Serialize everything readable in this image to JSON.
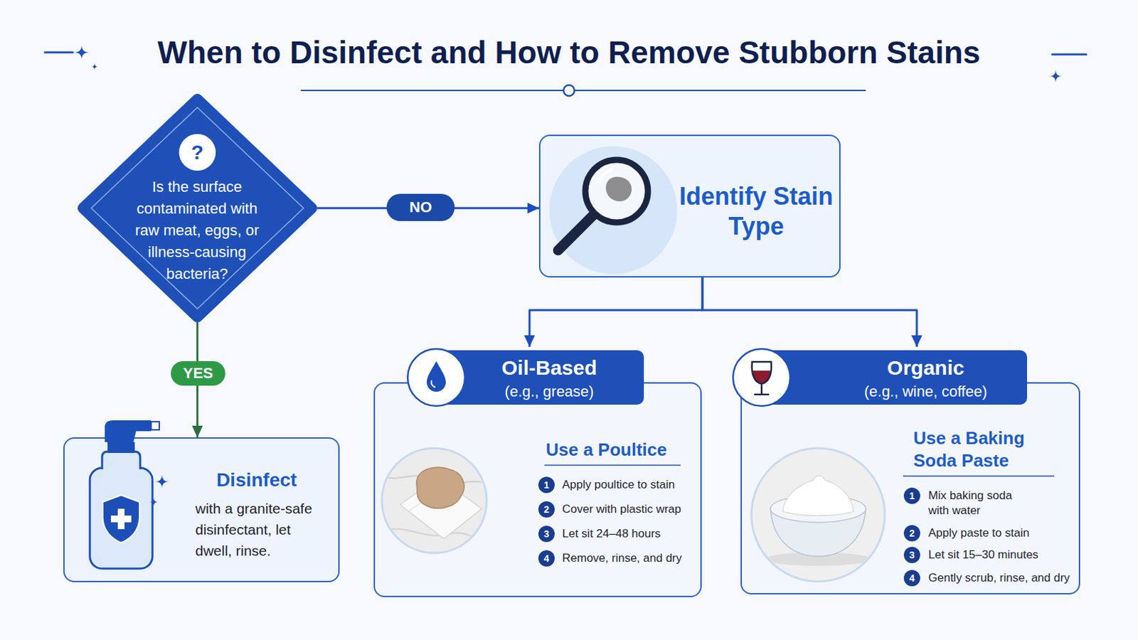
{
  "diagram": {
    "title": "When to Disinfect and How to Remove Stubborn Stains",
    "nodes": [
      {
        "text": [
          "?",
          "Is the surface contaminated with raw meat, eggs, or illness-causing bacteria?"
        ]
      },
      {
        "text": [
          "Identify Stain Type"
        ]
      },
      {
        "text": [
          "Disinfect",
          "with a granite-safe disinfectant, let dwell, rinse."
        ]
      },
      {
        "text": [
          "Oil-Based",
          "(e.g., grease)"
        ]
      },
      {
        "text": [
          "Use a Poultice",
          "Apply poultice to stain",
          "Cover with plastic wrap",
          "Let sit 24–48 hours",
          "Remove, rinse, and dry"
        ]
      },
      {
        "text": [
          "1"
        ],
        "in": 4
      },
      {
        "text": [
          "2"
        ],
        "in": 4
      },
      {
        "text": [
          "3"
        ],
        "in": 4
      },
      {
        "text": [
          "4"
        ],
        "in": 4
      },
      {
        "text": [
          "Organic",
          "(e.g., wine, coffee)"
        ]
      },
      {
        "text": [
          "Use a Baking Soda Paste",
          "Mix baking soda with water",
          "Apply paste to stain",
          "Let sit 15–30 minutes",
          "Gently scrub, rinse, and dry"
        ]
      },
      {
        "text": [
          "1"
        ],
        "in": 10
      },
      {
        "text": [
          "2"
        ],
        "in": 10
      },
      {
        "text": [
          "3"
        ],
        "in": 10
      },
      {
        "text": [
          "4"
        ],
        "in": 10
      }
    ],
    "edges": [
      {
        "from": 0,
        "to": 1,
        "label": "NO",
        "arrow": "to"
      },
      {
        "from": 0,
        "to": 2,
        "label": "YES",
        "arrow": "to"
      },
      {
        "from": 1,
        "to": 3,
        "arrow": "to"
      },
      {
        "from": 1,
        "to": 9,
        "arrow": "to"
      }
    ]
  }
}
